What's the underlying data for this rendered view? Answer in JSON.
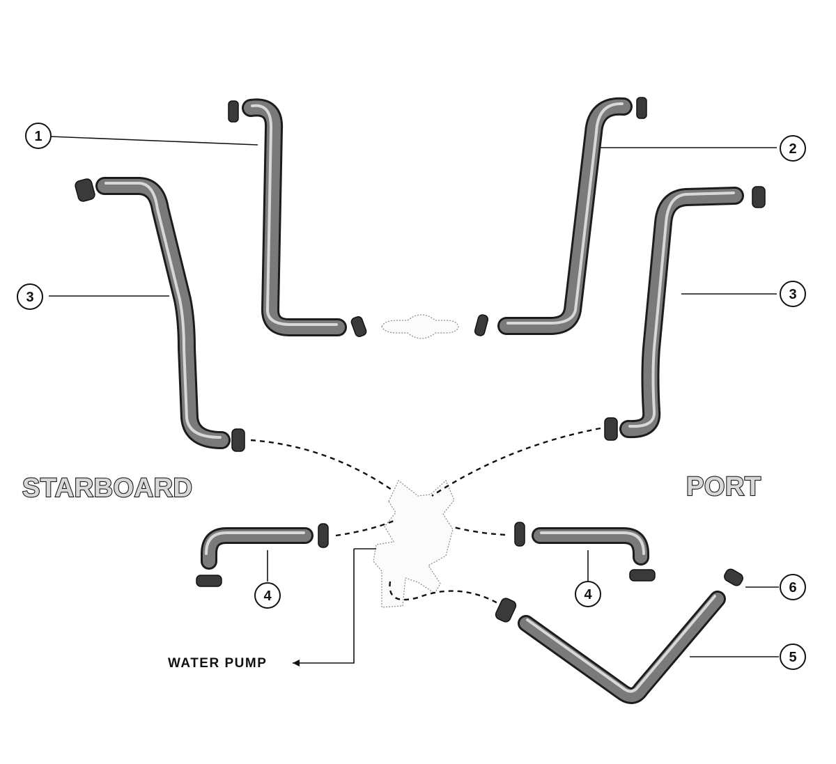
{
  "labels": {
    "starboard": "STARBOARD",
    "port": "PORT",
    "water_pump": "WATER PUMP"
  },
  "callouts": [
    "1",
    "2",
    "3",
    "3",
    "4",
    "4",
    "5",
    "6"
  ]
}
